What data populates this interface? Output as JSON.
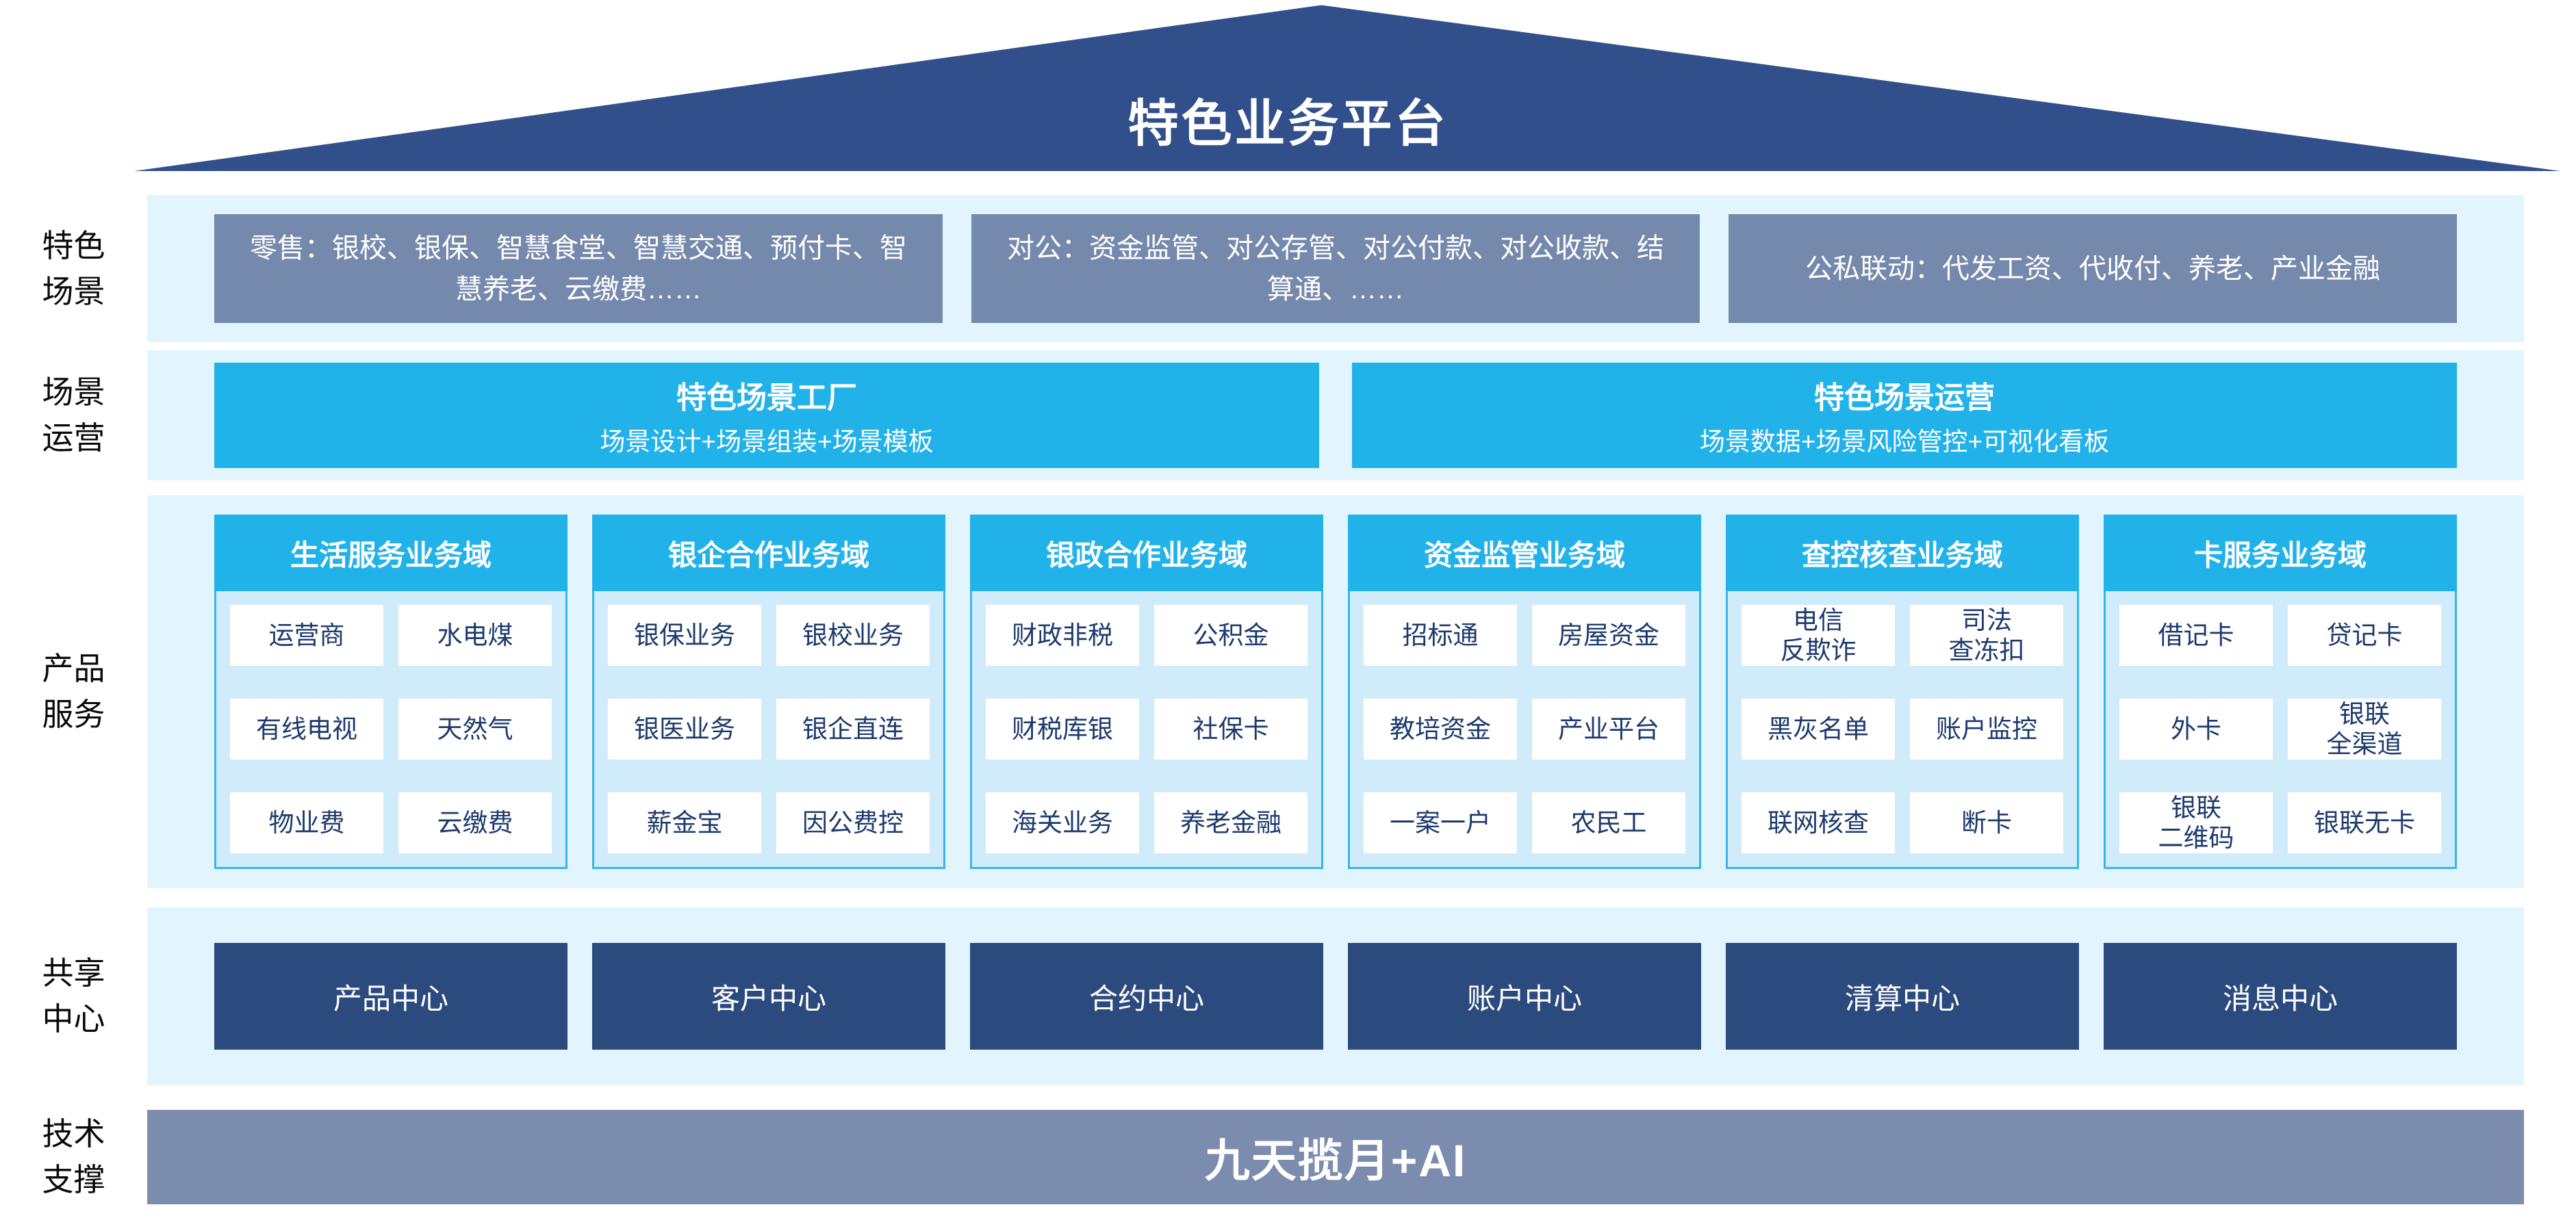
{
  "title": "特色业务平台",
  "left_labels": [
    "特色\n场景",
    "场景\n运营",
    "产品\n服务",
    "共享\n中心",
    "技术\n支撑"
  ],
  "scene_boxes": [
    "零售：银校、银保、智慧食堂、智慧交通、预付卡、智慧养老、云缴费……",
    "对公：资金监管、对公存管、对公付款、对公收款、结算通、……",
    "公私联动：代发工资、代收付、养老、产业金融"
  ],
  "operation_boxes": [
    {
      "title": "特色场景工厂",
      "subtitle": "场景设计+场景组装+场景模板"
    },
    {
      "title": "特色场景运营",
      "subtitle": "场景数据+场景风险管控+可视化看板"
    }
  ],
  "product_columns": [
    {
      "header": "生活服务业务域",
      "cells": [
        "运营商",
        "水电煤",
        "有线电视",
        "天然气",
        "物业费",
        "云缴费"
      ]
    },
    {
      "header": "银企合作业务域",
      "cells": [
        "银保业务",
        "银校业务",
        "银医业务",
        "银企直连",
        "薪金宝",
        "因公费控"
      ]
    },
    {
      "header": "银政合作业务域",
      "cells": [
        "财政非税",
        "公积金",
        "财税库银",
        "社保卡",
        "海关业务",
        "养老金融"
      ]
    },
    {
      "header": "资金监管业务域",
      "cells": [
        "招标通",
        "房屋资金",
        "教培资金",
        "产业平台",
        "一案一户",
        "农民工"
      ]
    },
    {
      "header": "查控核查业务域",
      "cells": [
        "电信\n反欺诈",
        "司法\n查冻扣",
        "黑灰名单",
        "账户监控",
        "联网核查",
        "断卡"
      ]
    },
    {
      "header": "卡服务业务域",
      "cells": [
        "借记卡",
        "贷记卡",
        "外卡",
        "银联\n全渠道",
        "银联\n二维码",
        "银联无卡"
      ]
    }
  ],
  "share_centers": [
    "产品中心",
    "客户中心",
    "合约中心",
    "账户中心",
    "清算中心",
    "消息中心"
  ],
  "tech_support": "九天揽月+AI",
  "colors": {
    "roof": "#31508b",
    "scene_box": "#7589ad",
    "accent_cyan": "#21b2ea",
    "panel_bg": "#e2f5fe",
    "column_body_bg": "#d0ecfa",
    "cell_text": "#1d3a6d",
    "center_box": "#2b4a7e",
    "tech_bar": "#7b8caf"
  }
}
